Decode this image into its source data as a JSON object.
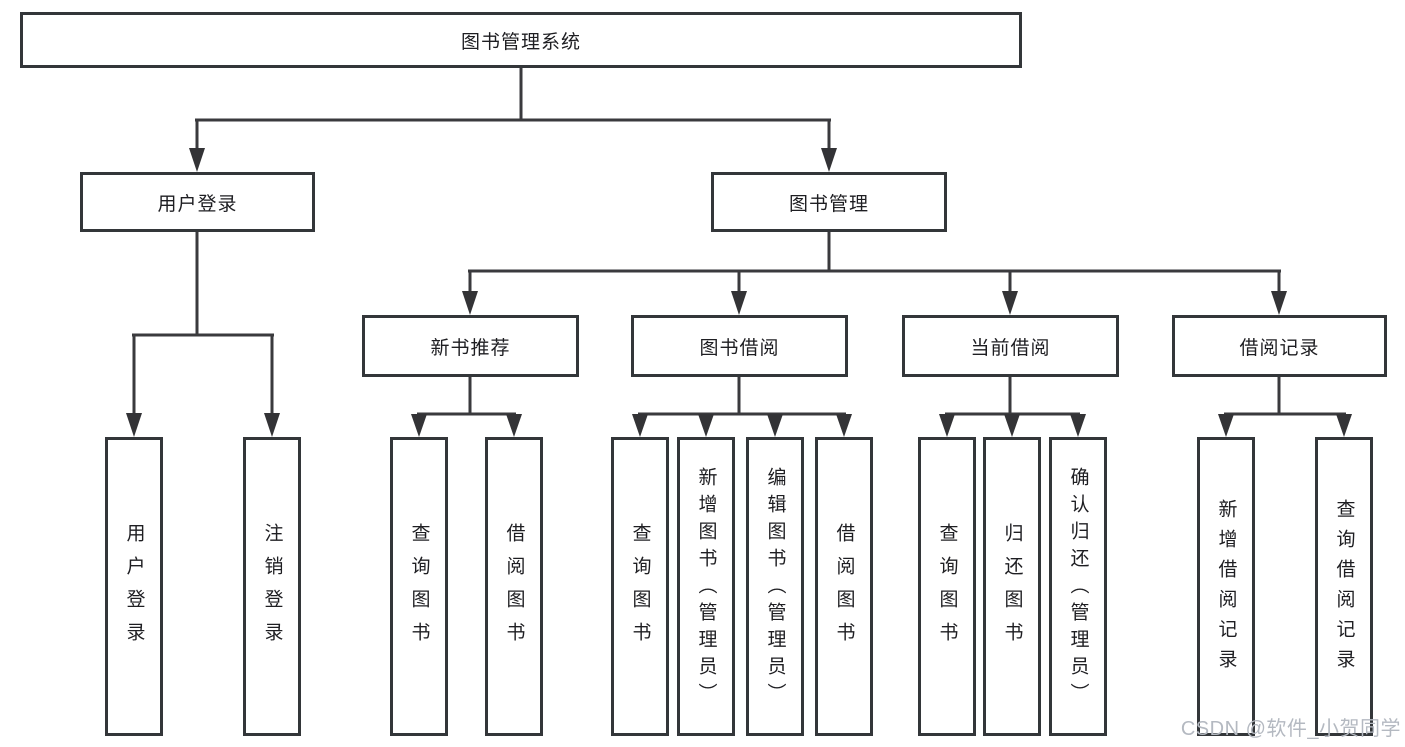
{
  "colors": {
    "background": "#ffffff",
    "box_fill": "#ffffff",
    "box_border": "#333639",
    "connector_line": "#3a3a3d",
    "text": "#1e1e22",
    "watermark_text": "#b4b9c1"
  },
  "diagram": {
    "root": {
      "label": "图书管理系统"
    },
    "branches": [
      {
        "label": "用户登录",
        "children": [
          {
            "label": "用户登录"
          },
          {
            "label": "注销登录"
          }
        ]
      },
      {
        "label": "图书管理",
        "children": [
          {
            "label": "新书推荐",
            "children": [
              {
                "label": "查询图书"
              },
              {
                "label": "借阅图书"
              }
            ]
          },
          {
            "label": "图书借阅",
            "children": [
              {
                "label": "查询图书"
              },
              {
                "label": "新增图书（管理员）"
              },
              {
                "label": "编辑图书（管理员）"
              },
              {
                "label": "借阅图书"
              }
            ]
          },
          {
            "label": "当前借阅",
            "children": [
              {
                "label": "查询图书"
              },
              {
                "label": "归还图书"
              },
              {
                "label": "确认归还（管理员）"
              }
            ]
          },
          {
            "label": "借阅记录",
            "children": [
              {
                "label": "新增借阅记录"
              },
              {
                "label": "查询借阅记录"
              }
            ]
          }
        ]
      }
    ]
  },
  "watermark": {
    "text": "CSDN @软件_小贺同学"
  }
}
